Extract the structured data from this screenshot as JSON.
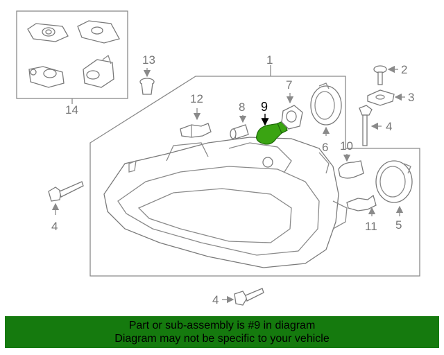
{
  "callouts": {
    "c1": "1",
    "c2": "2",
    "c3": "3",
    "c4a": "4",
    "c4b": "4",
    "c4c": "4",
    "c5": "5",
    "c6": "6",
    "c7": "7",
    "c8": "8",
    "c9": "9",
    "c10": "10",
    "c11": "11",
    "c12": "12",
    "c13": "13",
    "c14": "14"
  },
  "highlight": {
    "part_number": "9",
    "color": "#3aa412"
  },
  "footer": {
    "line1": "Part or sub-assembly is #9 in diagram",
    "line2": "Diagram may not be specific to your vehicle",
    "background": "#157a0e"
  }
}
